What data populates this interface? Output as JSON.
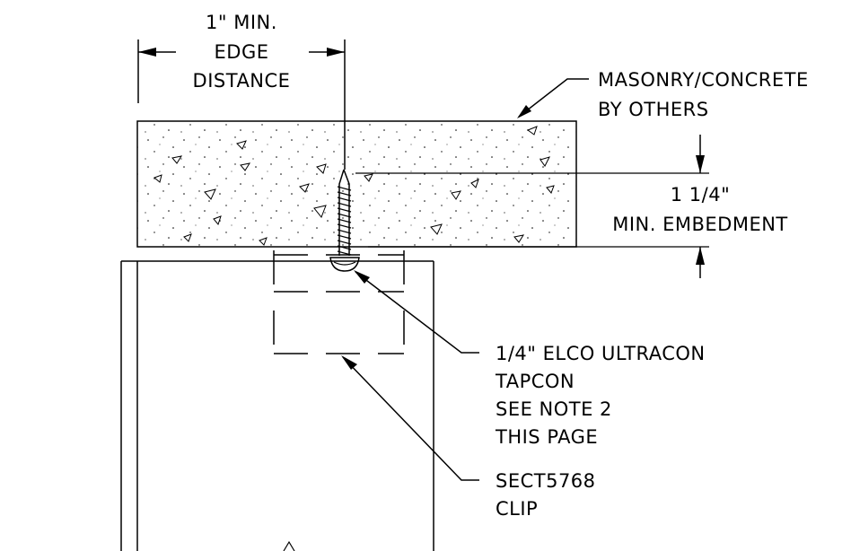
{
  "labels": {
    "edge_line1": "1\" MIN.",
    "edge_line2": "EDGE",
    "edge_line3": "DISTANCE",
    "substrate_line1": "MASONRY/CONCRETE",
    "substrate_line2": "BY OTHERS",
    "embed_line1": "1  1/4\"",
    "embed_line2": "MIN. EMBEDMENT",
    "anchor_line1": "1/4\" ELCO ULTRACON",
    "anchor_line2": "TAPCON",
    "anchor_line3": "SEE NOTE 2",
    "anchor_line4": "THIS PAGE",
    "clip_line1": "SECT5768",
    "clip_line2": "CLIP"
  }
}
